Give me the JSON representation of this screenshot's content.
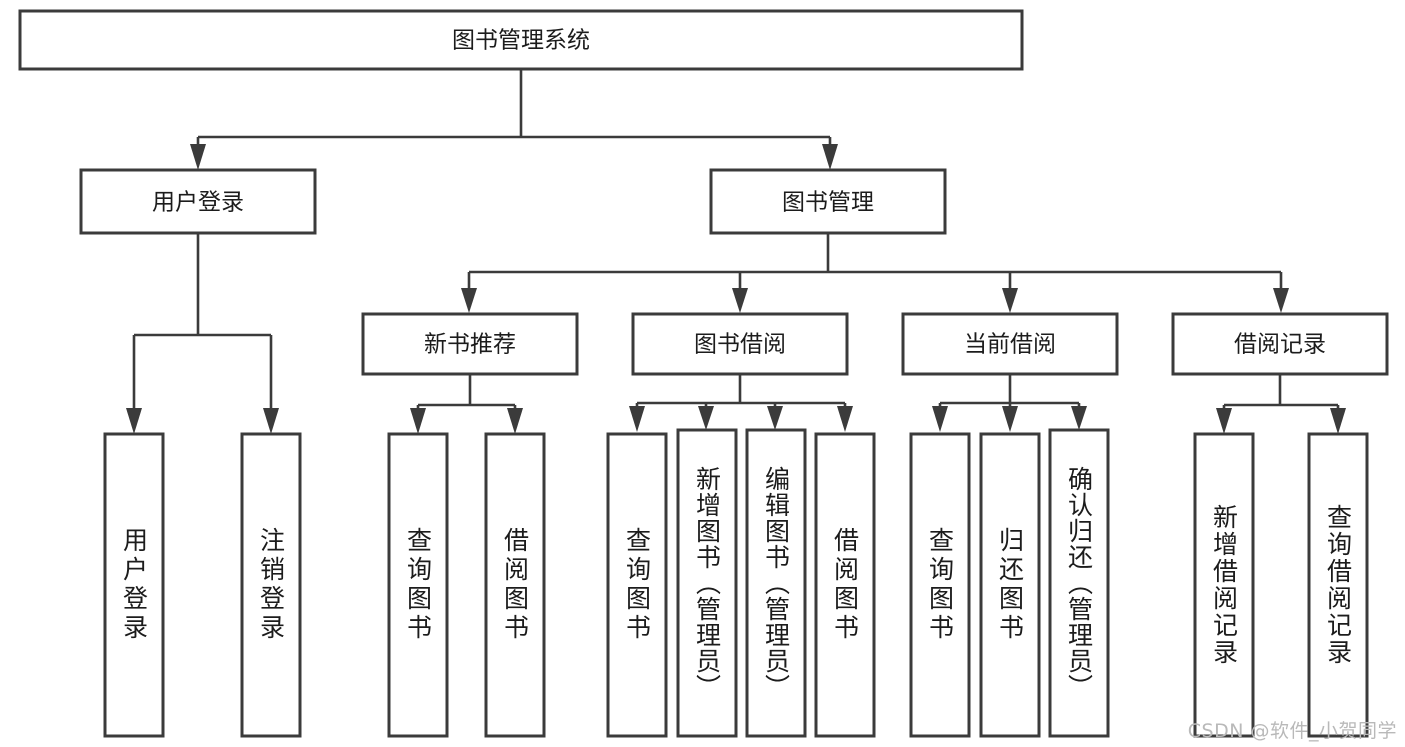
{
  "diagram": {
    "type": "hierarchy-tree",
    "title": "图书管理系统",
    "orientation": "top-down",
    "colors": {
      "box_stroke": "#3b3b3b",
      "box_fill": "#ffffff",
      "connector": "#3b3b3b",
      "text": "#1c1c1c",
      "background": "#ffffff",
      "watermark": "#b9b9b9"
    },
    "levels": {
      "root": {
        "label": "图书管理系统"
      },
      "level2": [
        {
          "label": "用户登录"
        },
        {
          "label": "图书管理"
        }
      ],
      "level3": [
        {
          "label": "新书推荐"
        },
        {
          "label": "图书借阅"
        },
        {
          "label": "当前借阅"
        },
        {
          "label": "借阅记录"
        }
      ]
    },
    "leaves": {
      "user_login": [
        {
          "label": "用户登录"
        },
        {
          "label": "注销登录"
        }
      ],
      "new_book_recommend": [
        {
          "label": "查询图书"
        },
        {
          "label": "借阅图书"
        }
      ],
      "book_borrow": [
        {
          "label": "查询图书"
        },
        {
          "label": "新增图书（管理员）"
        },
        {
          "label": "编辑图书（管理员）"
        },
        {
          "label": "借阅图书"
        }
      ],
      "current_borrow": [
        {
          "label": "查询图书"
        },
        {
          "label": "归还图书"
        },
        {
          "label": "确认归还（管理员）"
        }
      ],
      "borrow_record": [
        {
          "label": "新增借阅记录"
        },
        {
          "label": "查询借阅记录"
        }
      ]
    }
  },
  "watermark": {
    "text": "CSDN @软件_小贺同学"
  }
}
